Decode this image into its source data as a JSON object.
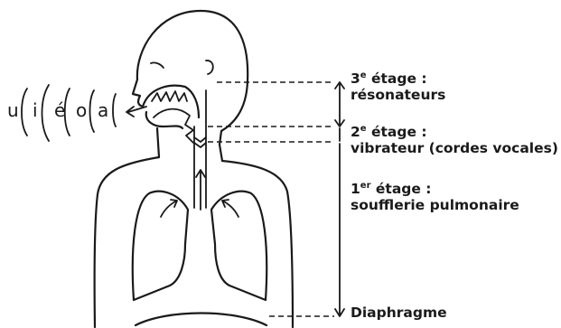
{
  "stages": [
    {
      "num": "3",
      "sup": "e",
      "word": "étage :",
      "desc": "résonateurs"
    },
    {
      "num": "2",
      "sup": "e",
      "word": "étage :",
      "desc": "vibrateur (cordes vocales)"
    },
    {
      "num": "1",
      "sup": "er",
      "word": "étage :",
      "desc": "soufflerie pulmonaire"
    }
  ],
  "diaphragm_label": "Diaphragme",
  "vowels": [
    "u",
    "i",
    "é",
    "o",
    "a"
  ]
}
